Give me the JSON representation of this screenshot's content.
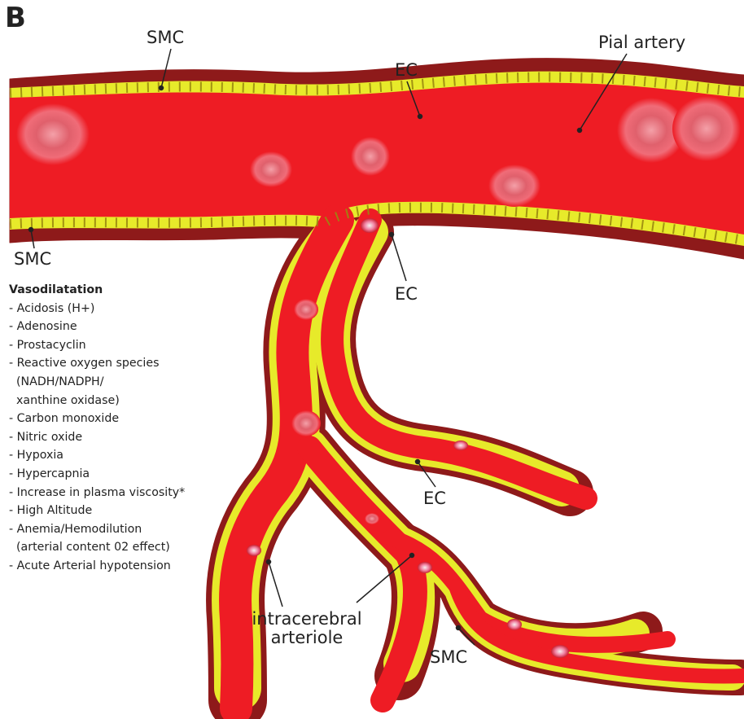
{
  "panel_label": "B",
  "labels": {
    "smc_top": "SMC",
    "ec_top": "EC",
    "pial_artery": "Pial artery",
    "smc_left": "SMC",
    "ec_middle": "EC",
    "ec_lower": "EC",
    "intracerebral_line1": "intracerebral",
    "intracerebral_line2": "arteriole",
    "smc_bottom": "SMC"
  },
  "vasodilatation": {
    "title": "Vasodilatation",
    "items": [
      "- Acidosis (H+)",
      "- Adenosine",
      "- Prostacyclin",
      "- Reactive oxygen species",
      "  (NADH/NADPH/",
      "  xanthine oxidase)",
      "- Carbon monoxide",
      "- Nitric oxide",
      "- Hypoxia",
      "- Hypercapnia",
      "- Increase in plasma viscosity*",
      "- High Altitude",
      "- Anemia/Hemodilution",
      "  (arterial content 02 effect)",
      "- Acute Arterial hypotension"
    ]
  },
  "colors": {
    "smc_wall": "#8e1a1a",
    "endothelium": "#e7ea2a",
    "lumen": "#ee1c24",
    "blood_cell": "#f07080",
    "label_text": "#222222"
  }
}
